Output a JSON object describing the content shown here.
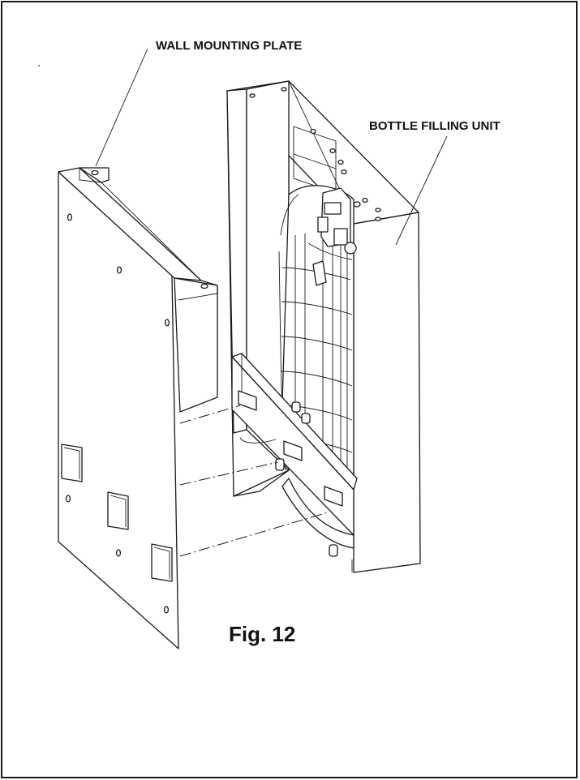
{
  "labels": {
    "wall_mounting_plate": "WALL MOUNTING PLATE",
    "bottle_filling_unit": "BOTTLE FILLING UNIT",
    "figure": "Fig. 12"
  },
  "colors": {
    "line": "#1a1a1a",
    "background": "#ffffff"
  }
}
